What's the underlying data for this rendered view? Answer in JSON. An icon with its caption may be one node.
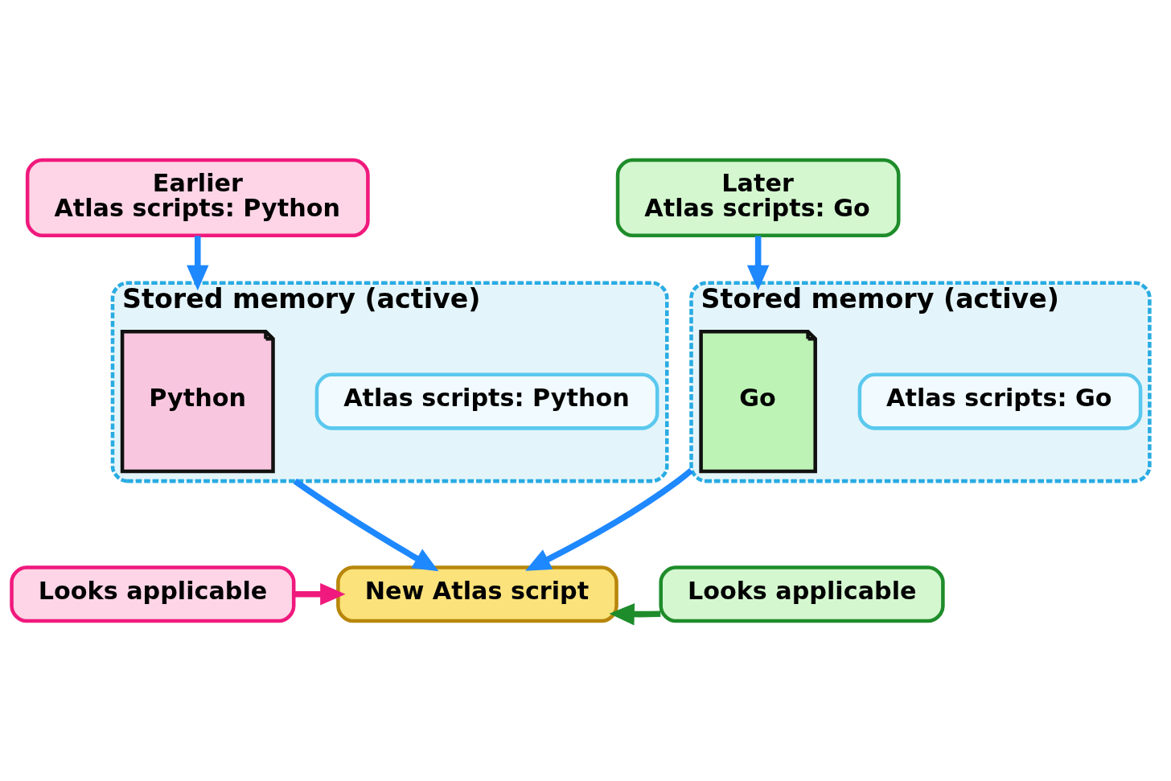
{
  "diagram": {
    "nodes": [
      {
        "text": [
          "Earlier",
          "Atlas scripts: Python"
        ]
      },
      {
        "text": [
          "Later",
          "Atlas scripts: Go"
        ]
      },
      {
        "text": [
          "Stored memory (active)"
        ]
      },
      {
        "text": [
          "Python"
        ],
        "in": 2
      },
      {
        "text": [
          "Atlas scripts: Python"
        ],
        "in": 2
      },
      {
        "text": [
          "Stored memory (active)"
        ]
      },
      {
        "text": [
          "Go"
        ],
        "in": 5
      },
      {
        "text": [
          "Atlas scripts: Go"
        ],
        "in": 5
      },
      {
        "text": [
          "New Atlas script"
        ]
      },
      {
        "text": [
          "Looks applicable"
        ]
      },
      {
        "text": [
          "Looks applicable"
        ]
      }
    ],
    "edges": [
      {
        "from": 0,
        "to": 2,
        "arrow": "to"
      },
      {
        "from": 1,
        "to": 5,
        "arrow": "to"
      },
      {
        "from": 2,
        "to": 8,
        "arrow": "to"
      },
      {
        "from": 5,
        "to": 8,
        "arrow": "to"
      },
      {
        "from": 9,
        "to": 8,
        "arrow": "to",
        "color": "#f0197d"
      },
      {
        "from": 10,
        "to": 8,
        "arrow": "to",
        "color": "#1e8c2a"
      }
    ]
  }
}
